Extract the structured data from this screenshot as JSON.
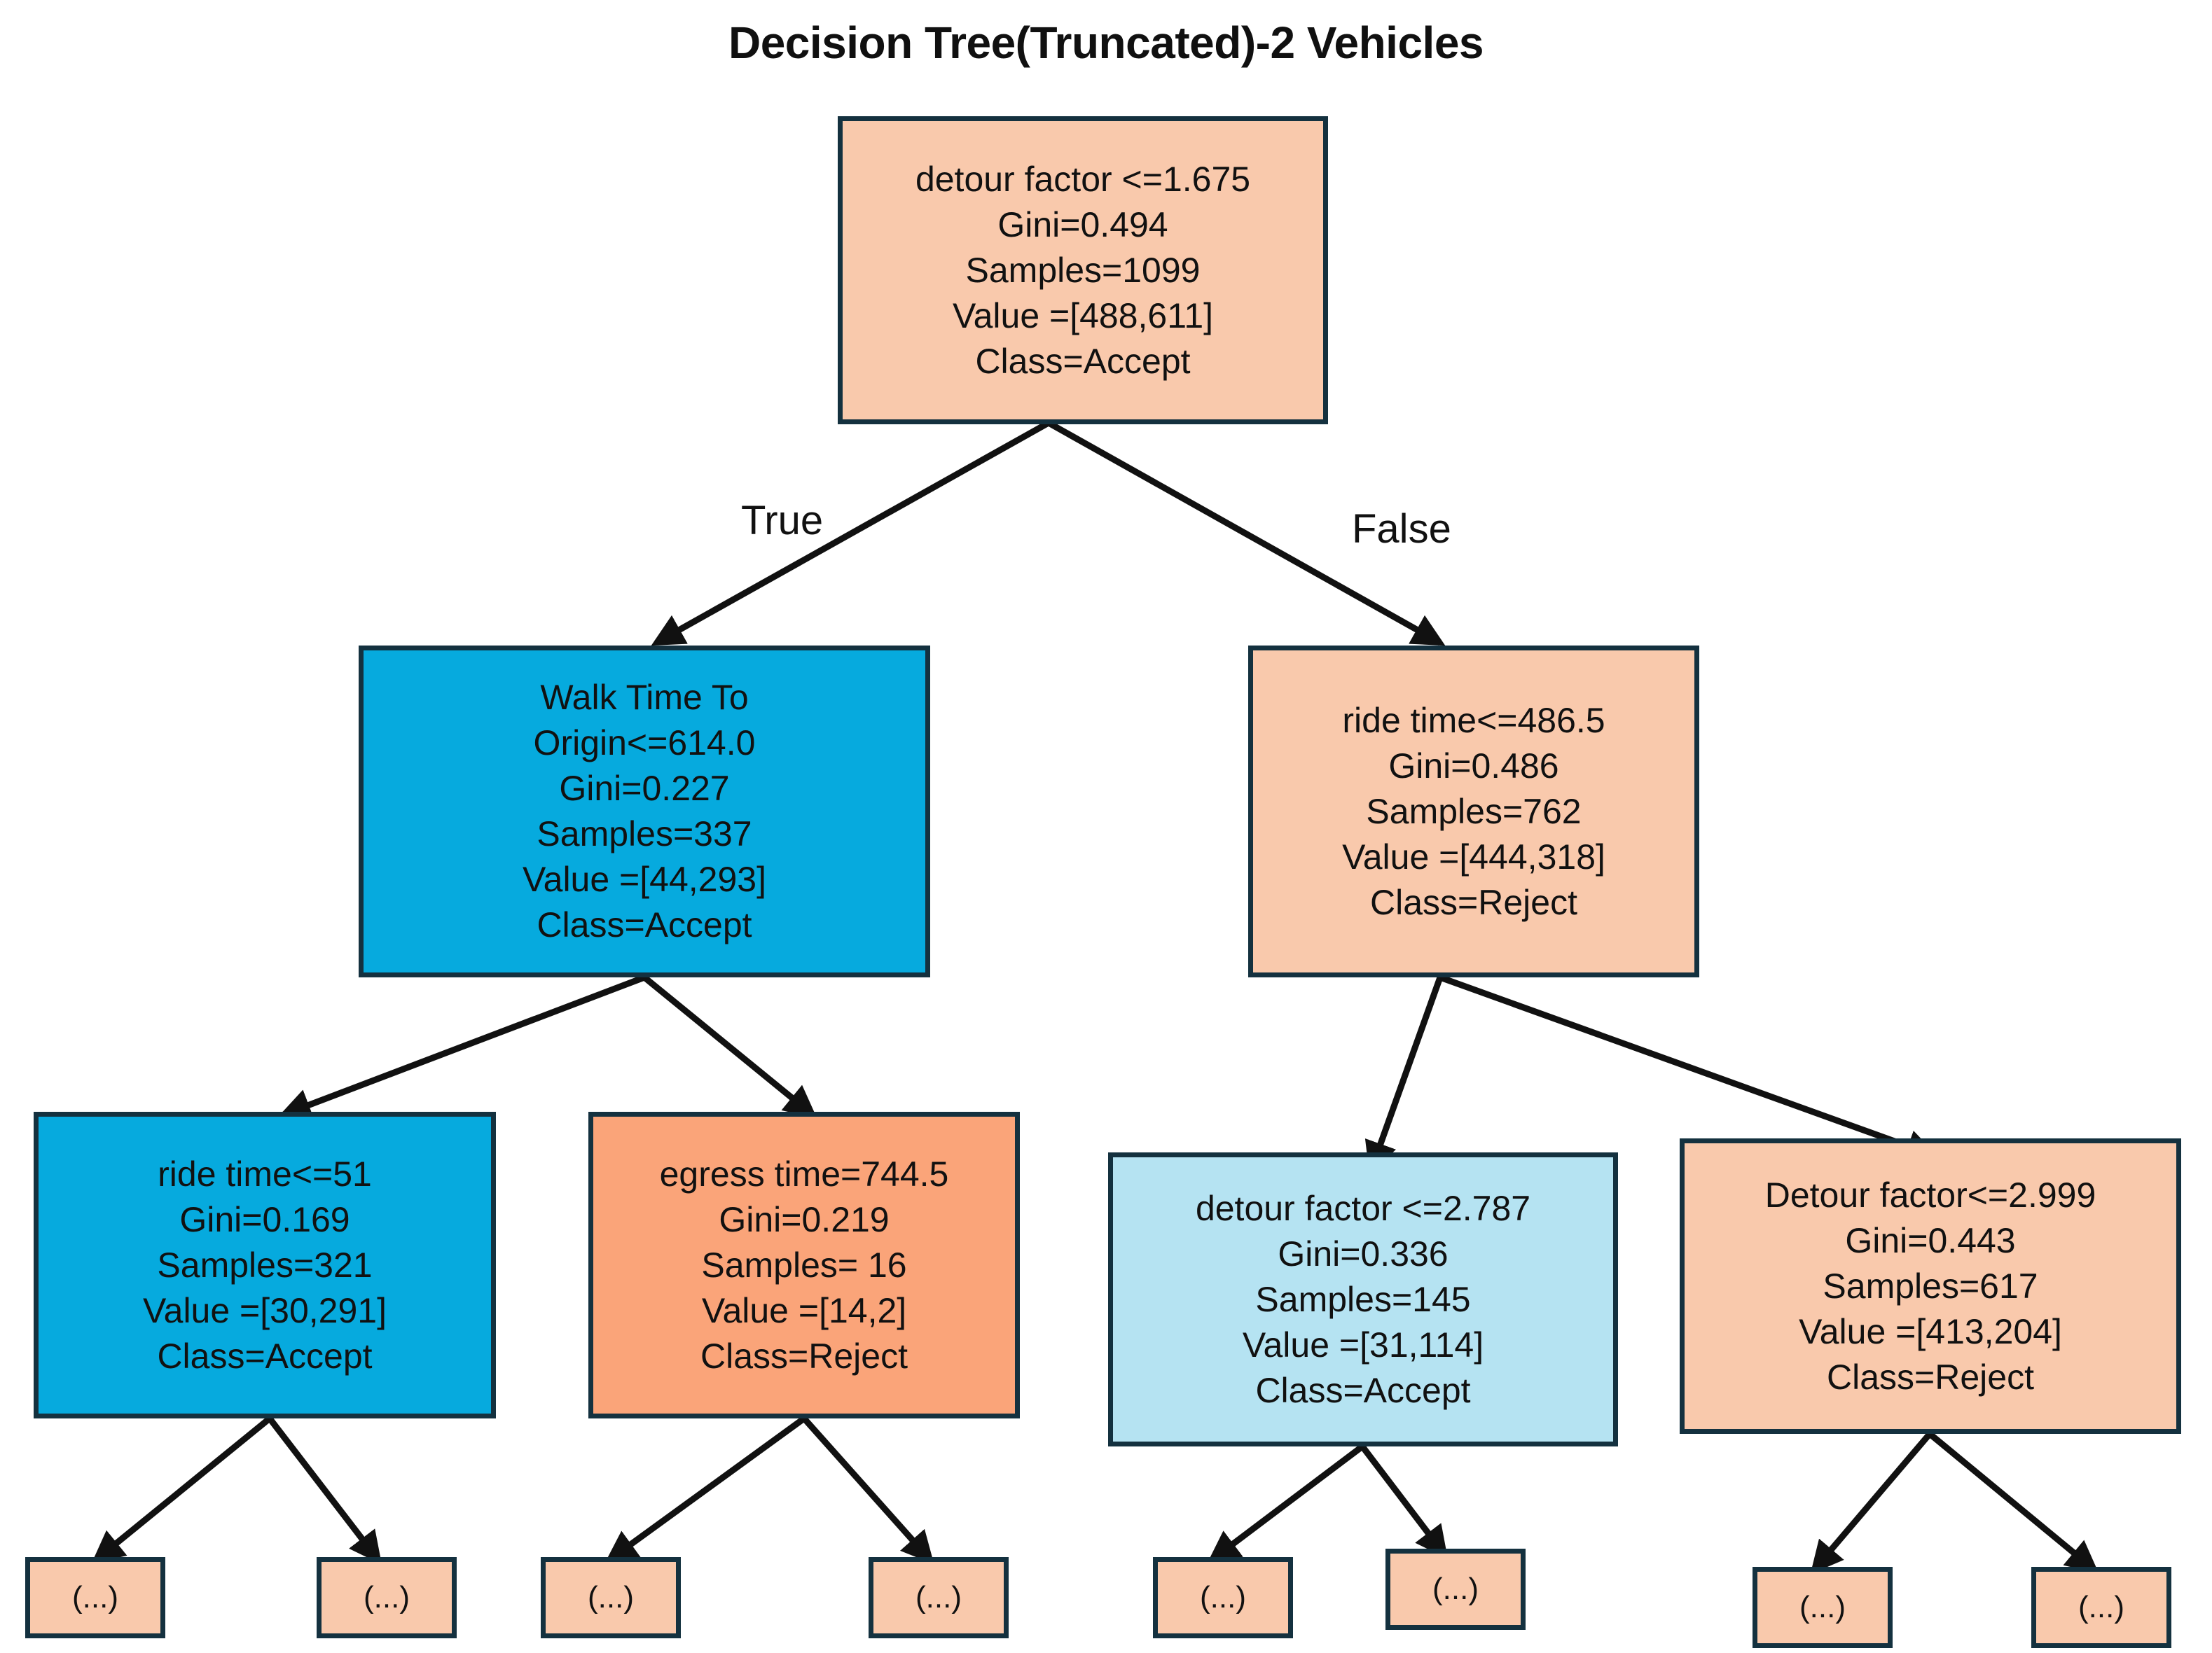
{
  "title": "Decision Tree(Truncated)-2 Vehicles",
  "colors": {
    "peach": "#f9c9ac",
    "orange": "#faa479",
    "blue_strong": "#06aade",
    "blue_light": "#b5e3f2",
    "border": "#14313f",
    "edge": "#111111",
    "text": "#111111",
    "background": "#ffffff"
  },
  "edge_labels": {
    "true": "True",
    "false": "False"
  },
  "chart_data": {
    "type": "tree",
    "title": "Decision Tree(Truncated)-2 Vehicles",
    "branch_labels": [
      "True",
      "False"
    ],
    "leaf_placeholder": "(...)",
    "nodes": [
      {
        "id": "root",
        "depth": 0,
        "color": "#f9c9ac",
        "lines": [
          "detour factor <=1.675",
          "Gini=0.494",
          "Samples=1099",
          "Value =[488,611]",
          "Class=Accept"
        ],
        "condition": "detour factor <=1.675",
        "gini": 0.494,
        "samples": 1099,
        "value": [
          488,
          611
        ],
        "class": "Accept"
      },
      {
        "id": "n1",
        "depth": 1,
        "color": "#06aade",
        "lines": [
          "Walk Time To",
          "Origin<=614.0",
          "Gini=0.227",
          "Samples=337",
          "Value =[44,293]",
          "Class=Accept"
        ],
        "condition": "Walk Time To Origin<=614.0",
        "gini": 0.227,
        "samples": 337,
        "value": [
          44,
          293
        ],
        "class": "Accept"
      },
      {
        "id": "n2",
        "depth": 1,
        "color": "#f9c9ac",
        "lines": [
          "ride time<=486.5",
          "Gini=0.486",
          "Samples=762",
          "Value =[444,318]",
          "Class=Reject"
        ],
        "condition": "ride time<=486.5",
        "gini": 0.486,
        "samples": 762,
        "value": [
          444,
          318
        ],
        "class": "Reject"
      },
      {
        "id": "n3",
        "depth": 2,
        "color": "#06aade",
        "lines": [
          "ride time<=51",
          "Gini=0.169",
          "Samples=321",
          "Value =[30,291]",
          "Class=Accept"
        ],
        "condition": "ride time<=51",
        "gini": 0.169,
        "samples": 321,
        "value": [
          30,
          291
        ],
        "class": "Accept"
      },
      {
        "id": "n4",
        "depth": 2,
        "color": "#faa479",
        "lines": [
          "egress time=744.5",
          "Gini=0.219",
          "Samples= 16",
          "Value =[14,2]",
          "Class=Reject"
        ],
        "condition": "egress time=744.5",
        "gini": 0.219,
        "samples": 16,
        "value": [
          14,
          2
        ],
        "class": "Reject"
      },
      {
        "id": "n5",
        "depth": 2,
        "color": "#b5e3f2",
        "lines": [
          "detour factor <=2.787",
          "Gini=0.336",
          "Samples=145",
          "Value =[31,114]",
          "Class=Accept"
        ],
        "condition": "detour factor <=2.787",
        "gini": 0.336,
        "samples": 145,
        "value": [
          31,
          114
        ],
        "class": "Accept"
      },
      {
        "id": "n6",
        "depth": 2,
        "color": "#f9c9ac",
        "lines": [
          "Detour factor<=2.999",
          "Gini=0.443",
          "Samples=617",
          "Value =[413,204]",
          "Class=Reject"
        ],
        "condition": "Detour factor<=2.999",
        "gini": 0.443,
        "samples": 617,
        "value": [
          413,
          204
        ],
        "class": "Reject"
      }
    ],
    "leaves": [
      {
        "id": "l1",
        "label": "(...)"
      },
      {
        "id": "l2",
        "label": "(...)"
      },
      {
        "id": "l3",
        "label": "(...)"
      },
      {
        "id": "l4",
        "label": "(...)"
      },
      {
        "id": "l5",
        "label": "(...)"
      },
      {
        "id": "l6",
        "label": "(...)"
      },
      {
        "id": "l7",
        "label": "(...)"
      },
      {
        "id": "l8",
        "label": "(...)"
      }
    ]
  }
}
